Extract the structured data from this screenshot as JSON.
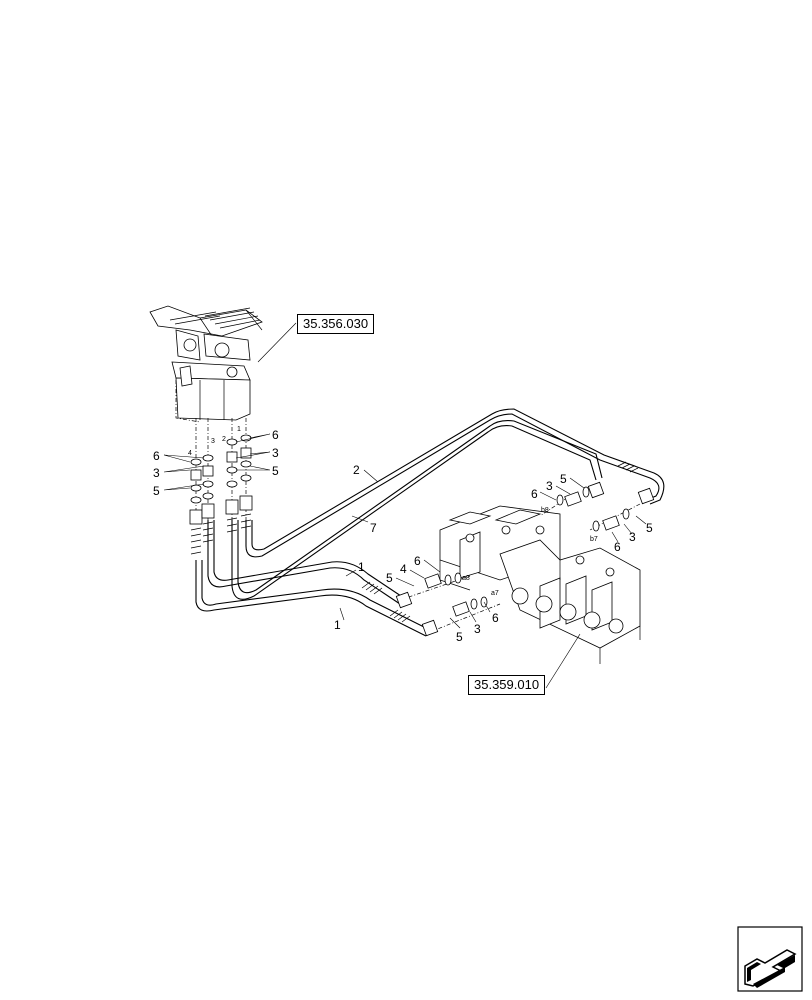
{
  "references": {
    "pedal_assembly": "35.356.030",
    "control_valve": "35.359.010"
  },
  "callouts": {
    "item_1": "1",
    "item_2": "2",
    "item_3": "3",
    "item_4": "4",
    "item_5": "5",
    "item_6": "6",
    "item_7": "7"
  },
  "port_labels": {
    "pedal_port_1": "1",
    "pedal_port_2": "2",
    "pedal_port_3": "3",
    "pedal_port_4": "4",
    "valve_a8": "a8",
    "valve_b8": "b8",
    "valve_a7": "a7",
    "valve_b7": "b7"
  },
  "icons": {
    "nav": "previous-page-arrow-icon"
  }
}
